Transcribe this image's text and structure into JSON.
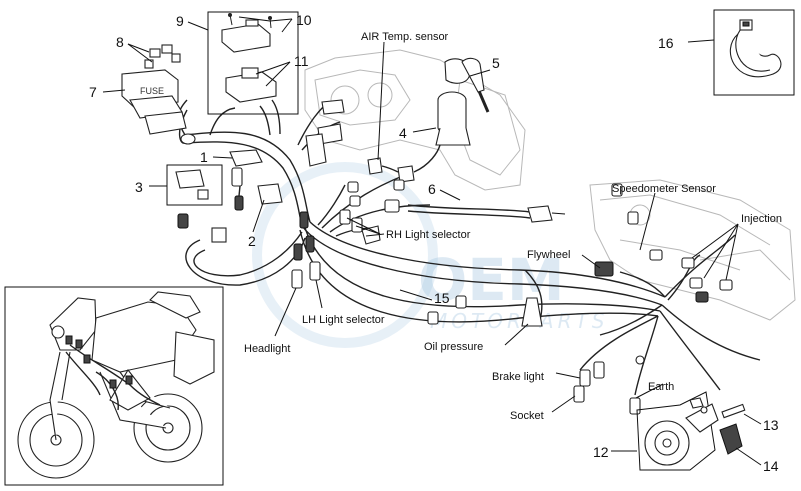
{
  "callouts": {
    "n1": "1",
    "n2": "2",
    "n3": "3",
    "n4": "4",
    "n5": "5",
    "n6": "6",
    "n7": "7",
    "n8": "8",
    "n9": "9",
    "n10": "10",
    "n11": "11",
    "n12": "12",
    "n13": "13",
    "n14": "14",
    "n15": "15",
    "n16": "16"
  },
  "labels": {
    "air_temp_sensor": "AIR Temp. sensor",
    "speedometer_sensor": "Speedometer Sensor",
    "injection": "Injection",
    "rh_light_selector": "RH Light selector",
    "flywheel": "Flywheel",
    "lh_light_selector": "LH Light selector",
    "headlight": "Headlight",
    "oil_pressure": "Oil pressure",
    "brake_light": "Brake light",
    "earth": "Earth",
    "socket": "Socket"
  },
  "watermark": {
    "logo_text": "OEM",
    "sub_text": "MOTORPARTS"
  },
  "colors": {
    "line": "#111111",
    "watermark": "#9fc3df"
  }
}
